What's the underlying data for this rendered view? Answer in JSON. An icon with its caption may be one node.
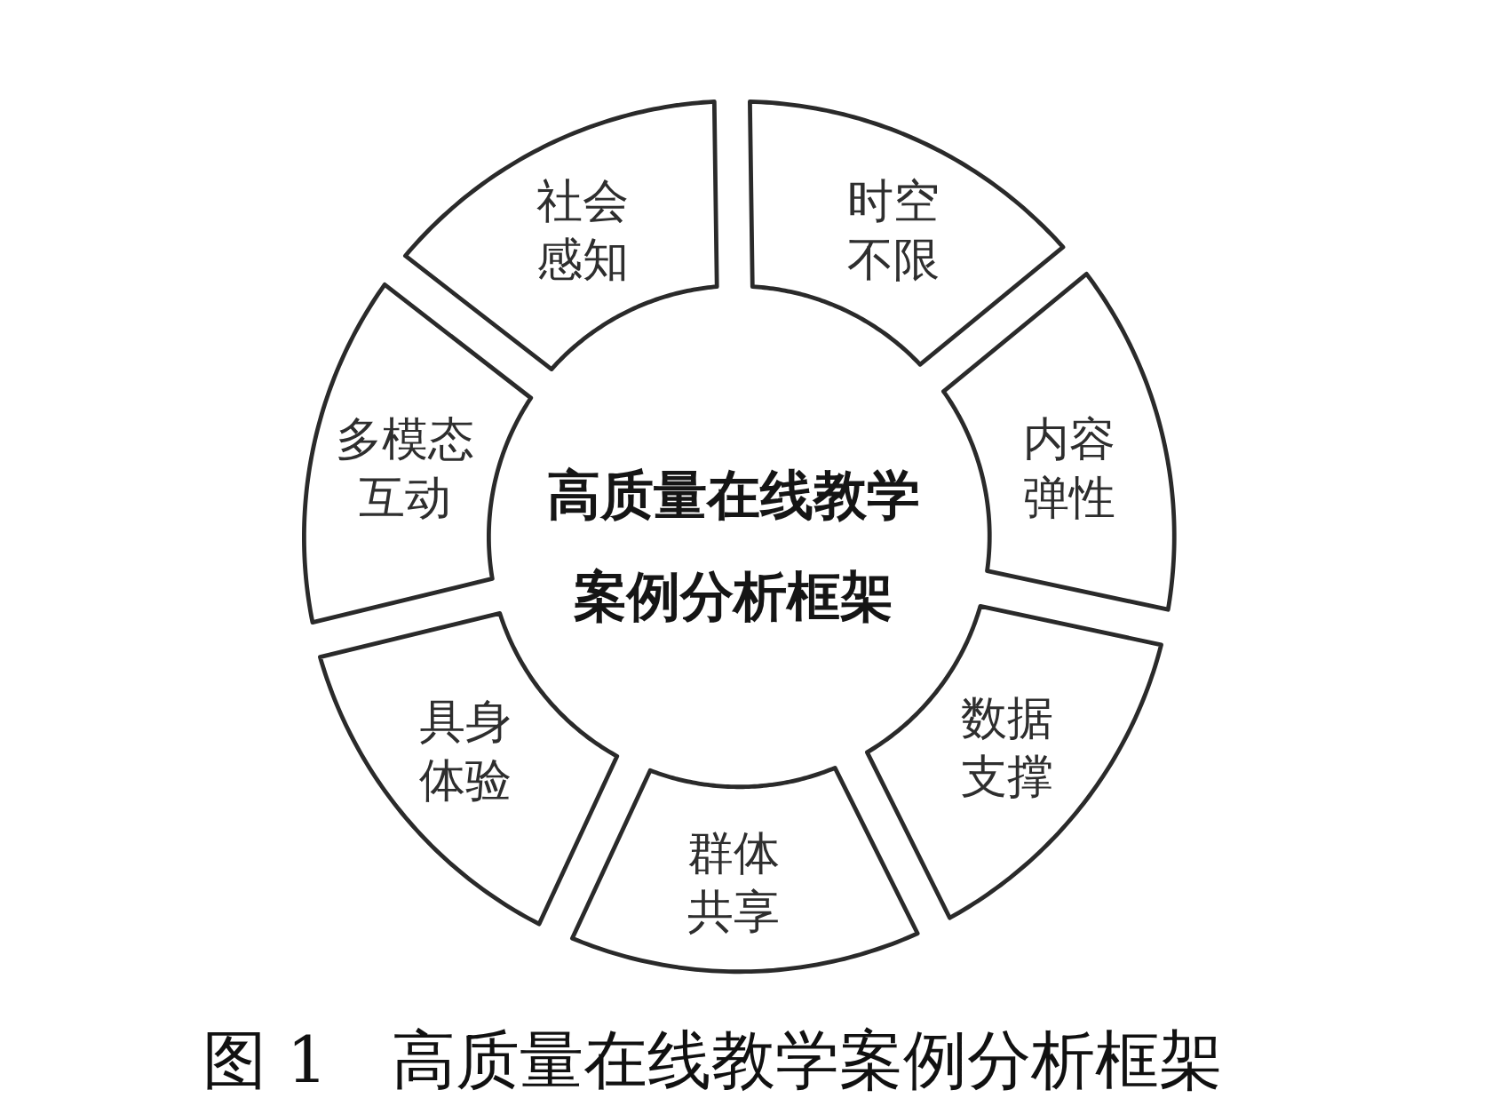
{
  "diagram": {
    "caption": "图 1　高质量在线教学案例分析框架",
    "nodes": [
      {
        "text": [
          "社会感知"
        ]
      },
      {
        "text": [
          "时空不限"
        ]
      },
      {
        "text": [
          "多模态互动"
        ]
      },
      {
        "text": [
          "内容弹性"
        ]
      },
      {
        "text": [
          "具身体验"
        ]
      },
      {
        "text": [
          "数据支撑"
        ]
      },
      {
        "text": [
          "群体共享"
        ]
      }
    ],
    "labels": [
      "高质量在线教学案例分析框架"
    ]
  }
}
